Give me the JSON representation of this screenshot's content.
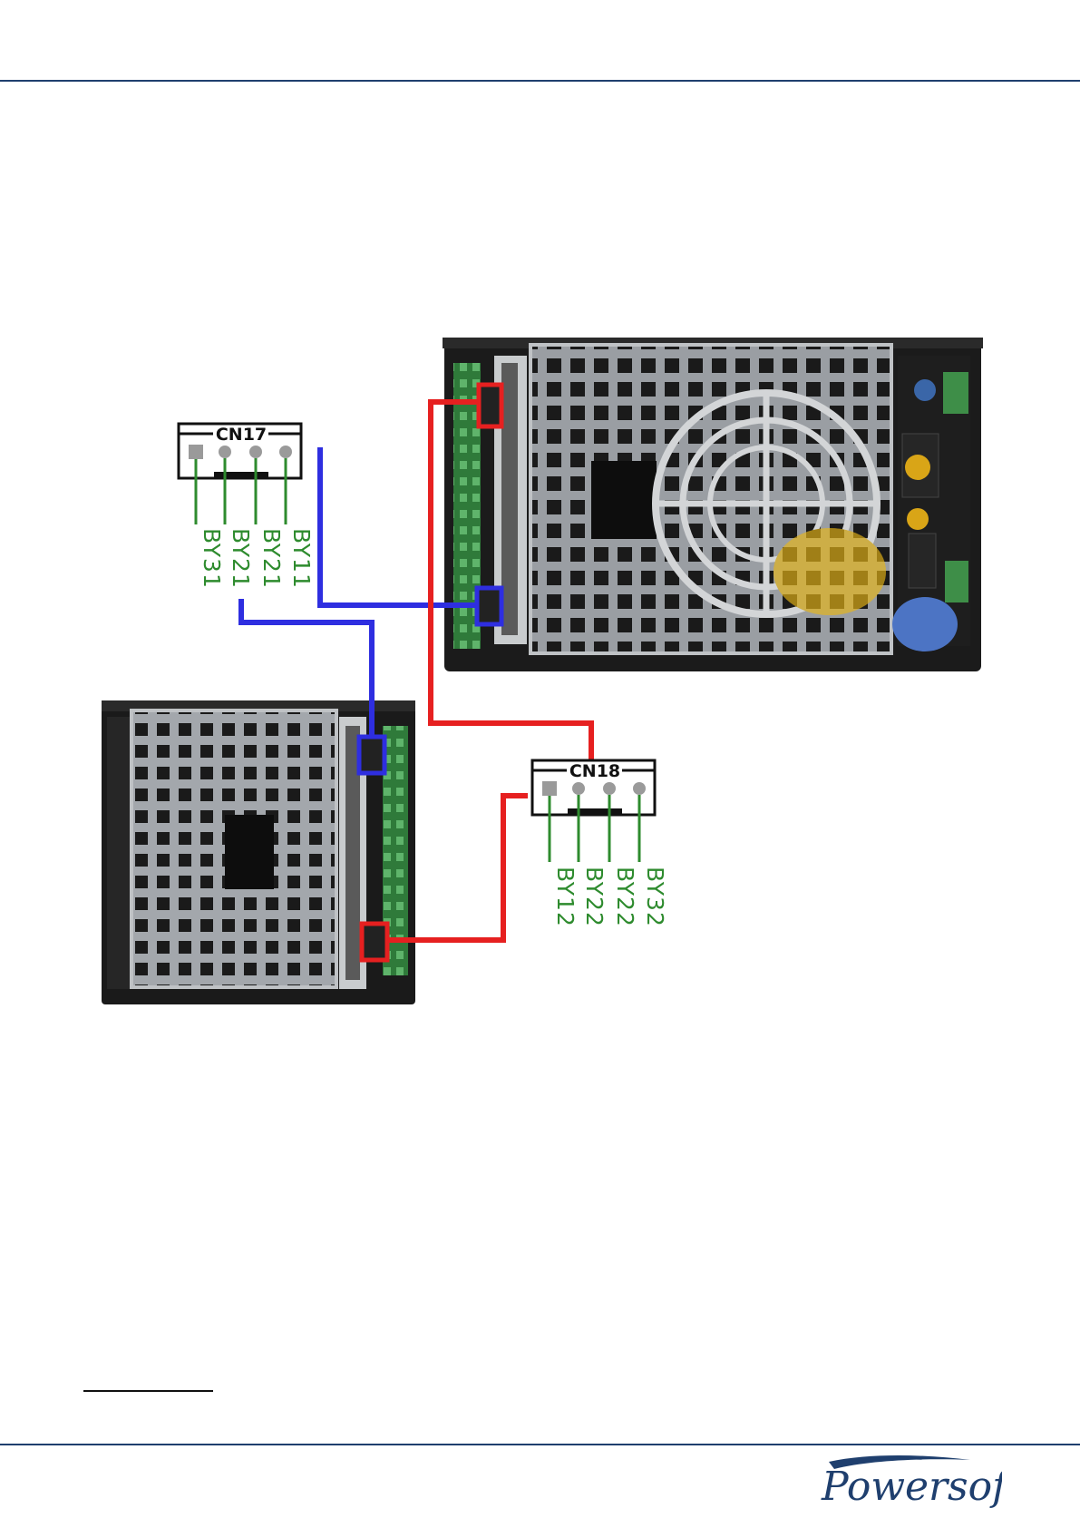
{
  "connectors": {
    "cn17": {
      "title": "CN17",
      "pins": [
        "BY31",
        "BY21",
        "BY21",
        "BY11"
      ]
    },
    "cn18": {
      "title": "CN18",
      "pins": [
        "BY12",
        "BY22",
        "BY22",
        "BY32"
      ]
    }
  },
  "wire_colors": {
    "blue": "#2e2ee0",
    "red": "#e62020",
    "pin_label": "#2e8b2e"
  },
  "footer": {
    "logo": "Powersoft"
  }
}
